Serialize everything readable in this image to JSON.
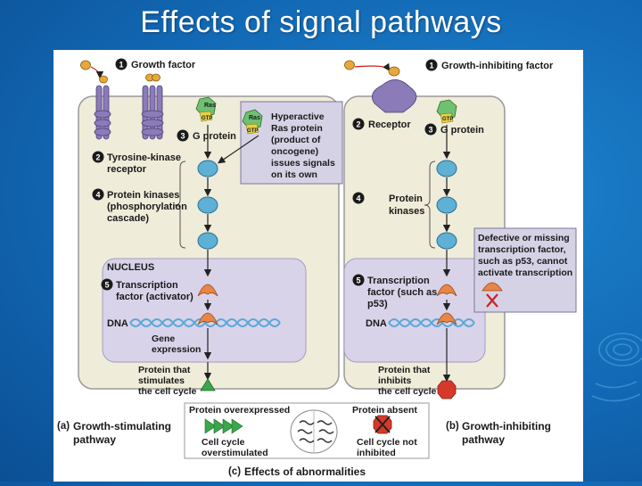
{
  "slide": {
    "title": "Effects of signal pathways"
  },
  "left": {
    "s1": "Growth factor",
    "ras": "Ras",
    "gtp": "GTP",
    "s3": "G protein",
    "s2_l1": "Tyrosine-kinase",
    "s2_l2": "receptor",
    "s4_l1": "Protein kinases",
    "s4_l2": "(phosphorylation",
    "s4_l3": "cascade)",
    "nucleus": "NUCLEUS",
    "s5_l1": "Transcription",
    "s5_l2": "factor (activator)",
    "dna": "DNA",
    "gene_l1": "Gene",
    "gene_l2": "expression",
    "prot_l1": "Protein that",
    "prot_l2": "stimulates",
    "prot_l3": "the cell cycle",
    "caption_l1": "Growth-stimulating",
    "caption_l2": "pathway",
    "caption_letter": "(a)"
  },
  "callout_ras": {
    "ras": "Ras",
    "gtp": "GTP",
    "l1": "Hyperactive",
    "l2": "Ras protein",
    "l3": "(product of",
    "l4": "oncogene)",
    "l5": "issues signals",
    "l6": "on its own"
  },
  "right": {
    "s1": "Growth-inhibiting factor",
    "s2": "Receptor",
    "s3": "G protein",
    "gtp": "GTP",
    "s4_l1": "Protein",
    "s4_l2": "kinases",
    "s5_l1": "Transcription",
    "s5_l2": "factor (such as",
    "s5_l3": "p53)",
    "dna": "DNA",
    "prot_l1": "Protein that",
    "prot_l2": "inhibits",
    "prot_l3": "the cell cycle",
    "caption_l1": "Growth-inhibiting",
    "caption_l2": "pathway",
    "caption_letter": "(b)"
  },
  "callout_p53": {
    "l1": "Defective or missing",
    "l2": "transcription factor,",
    "l3": "such as p53, cannot",
    "l4": "activate transcription"
  },
  "bottom": {
    "over": "Protein overexpressed",
    "absent": "Protein absent",
    "cc1_l1": "Cell cycle",
    "cc1_l2": "overstimulated",
    "cc2_l1": "Cell cycle not",
    "cc2_l2": "inhibited",
    "caption": "Effects of abnormalities",
    "caption_letter": "(c)"
  },
  "steps": {
    "n1": "1",
    "n2": "2",
    "n3": "3",
    "n4": "4",
    "n5": "5"
  },
  "colors": {
    "cell": "#efecd9",
    "cell_border": "#9a9a9a",
    "nucleus": "#d9d3ea",
    "kinase": "#5fb0d5",
    "receptor": "#8b7bb8",
    "growth_factor": "#e8a93a",
    "step_circle": "#1a1a1a",
    "arrow": "#222222",
    "callout": "#d6d2e6",
    "tf": "#e78648",
    "stim": "#3ba64c",
    "inhib": "#d6392a"
  }
}
